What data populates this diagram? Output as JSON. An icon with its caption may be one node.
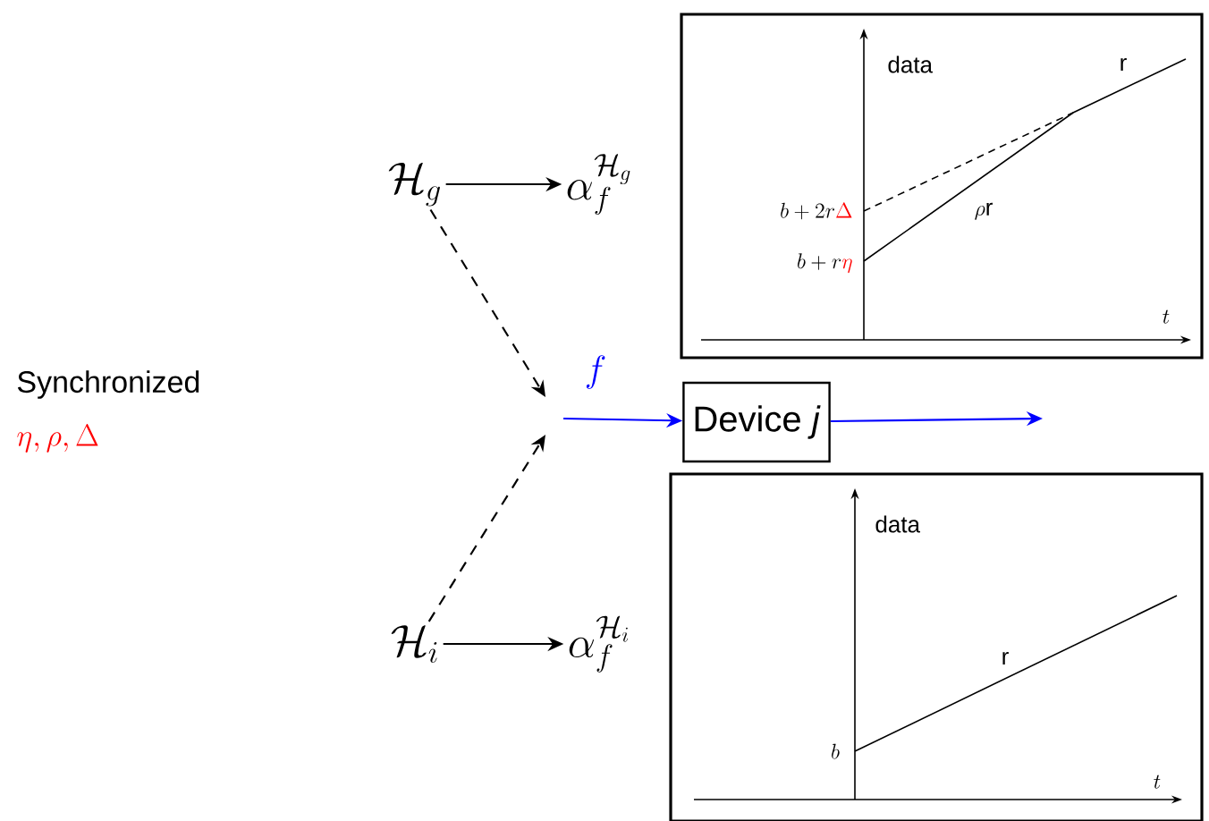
{
  "diagram": {
    "nodes": [
      {
        "text": [
          "\\mathcal{H}_g"
        ]
      },
      {
        "text": [
          "\\alpha_f^{\\mathcal{H}_g}"
        ]
      },
      {
        "text": [
          "\\mathcal{H}_i"
        ]
      },
      {
        "text": [
          "\\alpha_f^{\\mathcal{H}_i}"
        ]
      },
      {
        "text": [
          "Device *j*"
        ]
      },
      {
        "text": [
          "data",
          "r",
          "\\rho\\mathrm{r}",
          "b+2r{\\color{red}\\Delta}",
          "b+r{\\color{red}\\eta}",
          "t"
        ]
      },
      {
        "text": [
          "data",
          "r",
          "b",
          "t"
        ]
      }
    ],
    "edges": [
      {
        "from": 0,
        "to": 1,
        "arrow": "to"
      },
      {
        "from": 2,
        "to": 3,
        "arrow": "to"
      },
      {
        "from": 0,
        "to": null,
        "arrow": "to",
        "style": "dashed"
      },
      {
        "from": 2,
        "to": null,
        "arrow": "to",
        "style": "dashed"
      },
      {
        "from": null,
        "to": 4,
        "arrow": "to",
        "label": "f",
        "color": "#0000ff"
      },
      {
        "from": 4,
        "to": null,
        "arrow": "to",
        "color": "#0000ff"
      }
    ],
    "labels": [
      "Synchronized",
      "{\\color{red}\\eta, \\rho, \\Delta}"
    ]
  }
}
